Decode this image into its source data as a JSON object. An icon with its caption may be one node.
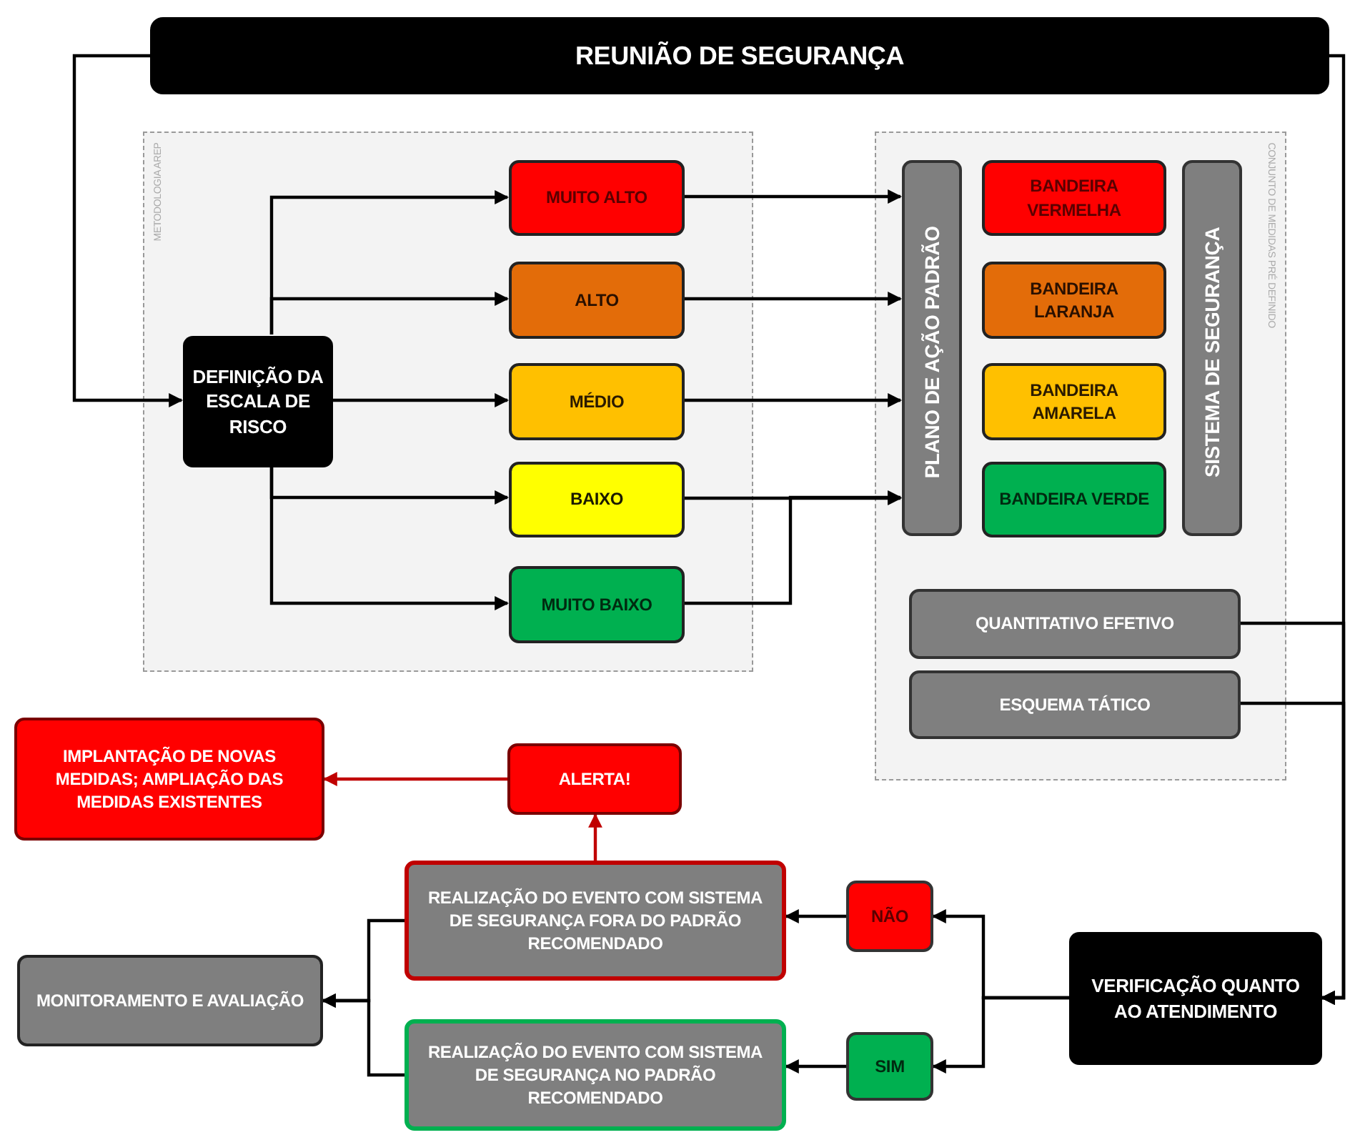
{
  "diagram": {
    "nodes": [
      {
        "text": [
          "REUNIÃO DE SEGURANÇA"
        ]
      },
      {
        "text": [
          "METODOLOGIA AREP"
        ]
      },
      {
        "text": [
          "DEFINIÇÃO DA ESCALA DE RISCO"
        ],
        "in": 1
      },
      {
        "text": [
          "MUITO ALTO"
        ],
        "in": 1
      },
      {
        "text": [
          "ALTO"
        ],
        "in": 1
      },
      {
        "text": [
          "MÉDIO"
        ],
        "in": 1
      },
      {
        "text": [
          "BAIXO"
        ],
        "in": 1
      },
      {
        "text": [
          "MUITO BAIXO"
        ],
        "in": 1
      },
      {
        "text": [
          "CONJUNTO DE MEDIDAS PRÉ DEFINIDO"
        ]
      },
      {
        "text": [
          "PLANO DE AÇÃO PADRÃO"
        ],
        "in": 8
      },
      {
        "text": [
          "BANDEIRA VERMELHA"
        ],
        "in": 8
      },
      {
        "text": [
          "BANDEIRA LARANJA"
        ],
        "in": 8
      },
      {
        "text": [
          "BANDEIRA AMARELA"
        ],
        "in": 8
      },
      {
        "text": [
          "BANDEIRA VERDE"
        ],
        "in": 8
      },
      {
        "text": [
          "SISTEMA DE SEGURANÇA"
        ],
        "in": 8
      },
      {
        "text": [
          "QUANTITATIVO EFETIVO"
        ],
        "in": 8
      },
      {
        "text": [
          "ESQUEMA TÁTICO"
        ],
        "in": 8
      },
      {
        "text": [
          "IMPLANTAÇÃO DE NOVAS MEDIDAS; AMPLIAÇÃO DAS MEDIDAS EXISTENTES"
        ]
      },
      {
        "text": [
          "ALERTA!"
        ]
      },
      {
        "text": [
          "REALIZAÇÃO DO EVENTO COM SISTEMA DE SEGURANÇA FORA DO PADRÃO RECOMENDADO"
        ]
      },
      {
        "text": [
          "NÃO"
        ]
      },
      {
        "text": [
          "MONITORAMENTO E AVALIAÇÃO"
        ]
      },
      {
        "text": [
          "VERIFICAÇÃO QUANTO AO ATENDIMENTO"
        ]
      },
      {
        "text": [
          "REALIZAÇÃO DO EVENTO COM SISTEMA DE SEGURANÇA NO PADRÃO RECOMENDADO"
        ]
      },
      {
        "text": [
          "SIM"
        ]
      }
    ],
    "edges": [
      {
        "from": 0,
        "to": 2,
        "arrow": "to"
      },
      {
        "from": 2,
        "to": 3,
        "arrow": "to"
      },
      {
        "from": 2,
        "to": 4,
        "arrow": "to"
      },
      {
        "from": 2,
        "to": 5,
        "arrow": "to"
      },
      {
        "from": 2,
        "to": 6,
        "arrow": "to"
      },
      {
        "from": 2,
        "to": 7,
        "arrow": "to"
      },
      {
        "from": 3,
        "to": 9,
        "arrow": "to"
      },
      {
        "from": 4,
        "to": 9,
        "arrow": "to"
      },
      {
        "from": 5,
        "to": 9,
        "arrow": "to"
      },
      {
        "from": 6,
        "to": 9,
        "arrow": "to"
      },
      {
        "from": 7,
        "to": 9,
        "arrow": "to"
      },
      {
        "from": 0,
        "to": 22,
        "arrow": "to"
      },
      {
        "from": 15,
        "to": 22,
        "arrow": "to"
      },
      {
        "from": 16,
        "to": 22,
        "arrow": "to"
      },
      {
        "from": 22,
        "to": 20,
        "arrow": "to"
      },
      {
        "from": 22,
        "to": 24,
        "arrow": "to"
      },
      {
        "from": 20,
        "to": 19,
        "arrow": "to"
      },
      {
        "from": 24,
        "to": 23,
        "arrow": "to"
      },
      {
        "from": 19,
        "to": 18,
        "arrow": "to",
        "color": "#c00000"
      },
      {
        "from": 18,
        "to": 17,
        "arrow": "to",
        "color": "#c00000"
      },
      {
        "from": 19,
        "to": 21,
        "arrow": "to"
      },
      {
        "from": 23,
        "to": 21,
        "arrow": "to"
      }
    ]
  }
}
